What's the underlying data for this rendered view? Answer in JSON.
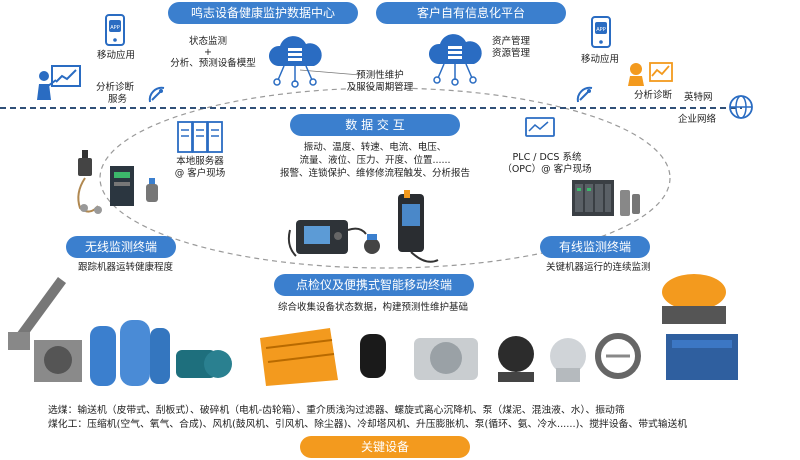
{
  "header": {
    "left_title": "鸣志设备健康监护数据中心",
    "right_title": "客户自有信息化平台"
  },
  "top_left": {
    "mobile_app": "移动应用",
    "analysis_service_line1": "分析诊断",
    "analysis_service_line2": "服务",
    "center_note_line1": "状态监测",
    "center_note_line2": "+",
    "center_note_line3": "分析、预测设备模型"
  },
  "top_middle": {
    "predictive_line1": "预测性维护",
    "predictive_line2": "及服役周期管理"
  },
  "top_right": {
    "asset_line1": "资产管理",
    "asset_line2": "资源管理",
    "mobile_app": "移动应用",
    "analysis": "分析诊断",
    "internet": "英特网",
    "enterprise_network": "企业网络"
  },
  "data_exchange": {
    "label": "数 据 交 互",
    "line1": "振动、温度、转速、电流、电压、",
    "line2": "流量、液位、压力、开度、位置......",
    "line3": "报警、连锁保护、维修修流程触发、分析报告"
  },
  "local_server": {
    "line1": "本地服务器",
    "line2": "@ 客户现场"
  },
  "plc": {
    "line1": "PLC / DCS 系统",
    "line2": "（OPC）@ 客户现场"
  },
  "wireless": {
    "label": "无线监测终端",
    "desc": "跟踪机器运转健康程度"
  },
  "wired": {
    "label": "有线监测终端",
    "desc": "关键机器运行的连续监测"
  },
  "portable": {
    "label": "点检仪及便携式智能移动终端",
    "desc": "综合收集设备状态数据，构建预测性维护基础"
  },
  "bottom": {
    "line1": "选煤：输送机（皮带式、刮板式）、破碎机（电机-齿轮箱）、重介质浅沟过滤器、螺旋式离心沉降机、泵（煤泥、混浊液、水）、振动筛",
    "line2": "煤化工：压缩机(空气、氧气、合成)、风机(鼓风机、引风机、除尘器)、冷却塔风机、升压膨胀机、泵(循环、氨、冷水......)、搅拌设备、带式输送机",
    "key_label": "关键设备"
  },
  "colors": {
    "pill_blue": "#3b7fce",
    "pill_orange": "#f39a1e",
    "icon_blue": "#2a6cc2",
    "dash": "#2f4f77"
  }
}
